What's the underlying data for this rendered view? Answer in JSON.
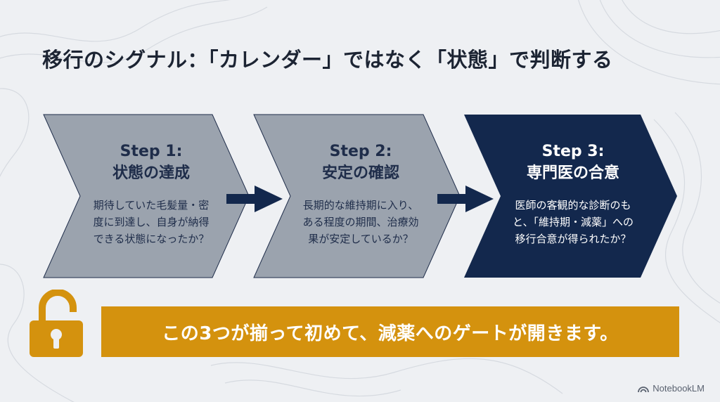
{
  "title": "移行のシグナル：「カレンダー」ではなく「状態」で判断する",
  "steps": [
    {
      "title_line1": "Step 1:",
      "title_line2": "状態の達成",
      "desc_lines": [
        "期待していた毛髪量・密",
        "度に到達し、自身が納得",
        "できる状態になったか？"
      ],
      "fill": "#9ba3ae"
    },
    {
      "title_line1": "Step 2:",
      "title_line2": "安定の確認",
      "desc_lines": [
        "長期的な維持期に入り、",
        "ある程度の期間、治療効",
        "果が安定しているか？"
      ],
      "fill": "#9ba3ae"
    },
    {
      "title_line1": "Step 3:",
      "title_line2": "専門医の合意",
      "desc_lines": [
        "医師の客観的な診断のも",
        "と、「維持期・減薬」への",
        "移行合意が得られたか？"
      ],
      "fill": "#13284d"
    }
  ],
  "banner": {
    "text": "この3つが揃って初めて、減薬へのゲートが開きます。",
    "color": "#d4920e"
  },
  "icons": {
    "lock": "unlocked-padlock-icon",
    "arrow": "right-arrow-icon",
    "brand": "notebooklm-logo-icon"
  },
  "colors": {
    "navy": "#13284d",
    "gray": "#9ba3ae",
    "gold": "#d4920e",
    "background": "#eef0f3"
  },
  "brand": {
    "label": "NotebookLM"
  }
}
